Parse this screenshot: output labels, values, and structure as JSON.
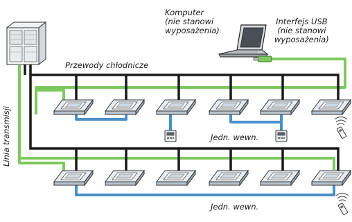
{
  "labels": {
    "computer_title": "Komputer",
    "computer_note_1": "(nie stanowi",
    "computer_note_2": "wyposażenia)",
    "usb_title": "Interfejs USB",
    "usb_note_1": "(nie stanowi",
    "usb_note_2": "wyposażenia)",
    "refrigerant_pipes": "Przewody chłodnicze",
    "transmission_line": "Linia transmisji",
    "indoor_units_upper": "Jedn. wewn.",
    "indoor_units_lower": "Jedn. wewn."
  },
  "colors": {
    "refrigerant_pipe": "#1a1a1a",
    "transmission_line": "#7ec860",
    "remote_link": "#4a90c8"
  },
  "icons": {
    "outdoor_unit": "outdoor-unit-icon",
    "computer": "laptop-icon",
    "usb": "usb-plug-icon",
    "indoor_unit": "cassette-unit-icon",
    "wired_controller": "wired-controller-icon",
    "wireless_remote": "wireless-remote-icon"
  }
}
